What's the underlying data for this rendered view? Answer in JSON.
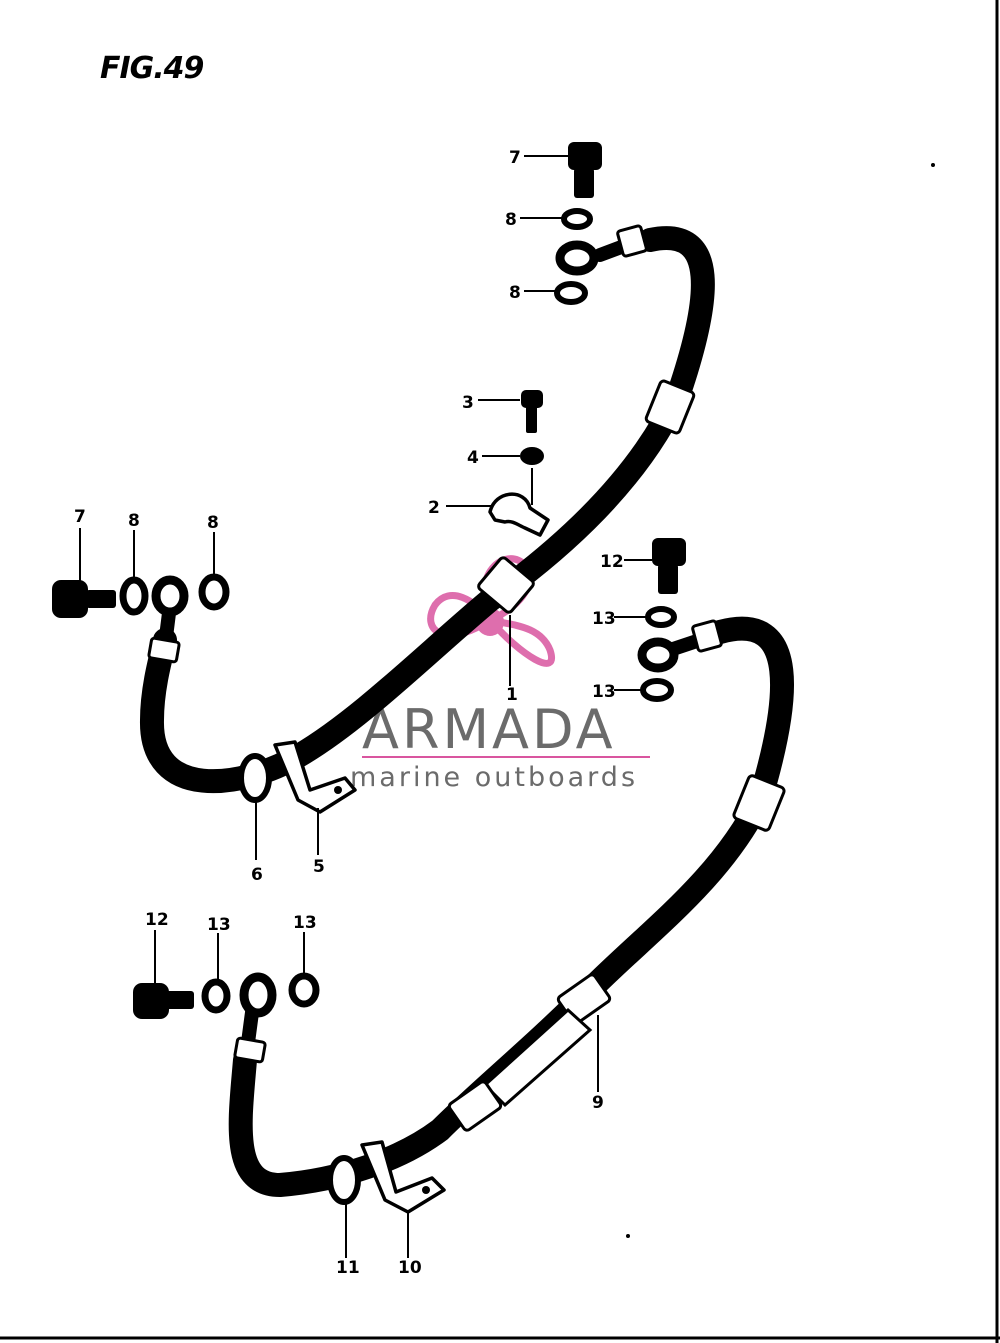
{
  "figure": {
    "title": "FIG.49"
  },
  "callouts": {
    "hose_upper": "1",
    "clamp": "2",
    "clamp_bolt": "3",
    "clamp_washer": "4",
    "bracket_upper": "5",
    "grommet_upper": "6",
    "union_bolt_top": "7",
    "washer_top_a": "8",
    "washer_top_b": "8",
    "union_bolt_left": "7",
    "washer_left_a": "8",
    "washer_left_b": "8",
    "hose_lower": "9",
    "bracket_lower": "10",
    "grommet_lower": "11",
    "union_bolt_right": "12",
    "washer_right_a": "13",
    "washer_right_b": "13",
    "union_bolt_bottom": "12",
    "washer_bottom_a": "13",
    "washer_bottom_b": "13"
  },
  "watermark": {
    "brand": "ARMADA",
    "tagline": "marine outboards",
    "color": "#6b6b6b",
    "accent_color": "#d9559f"
  }
}
